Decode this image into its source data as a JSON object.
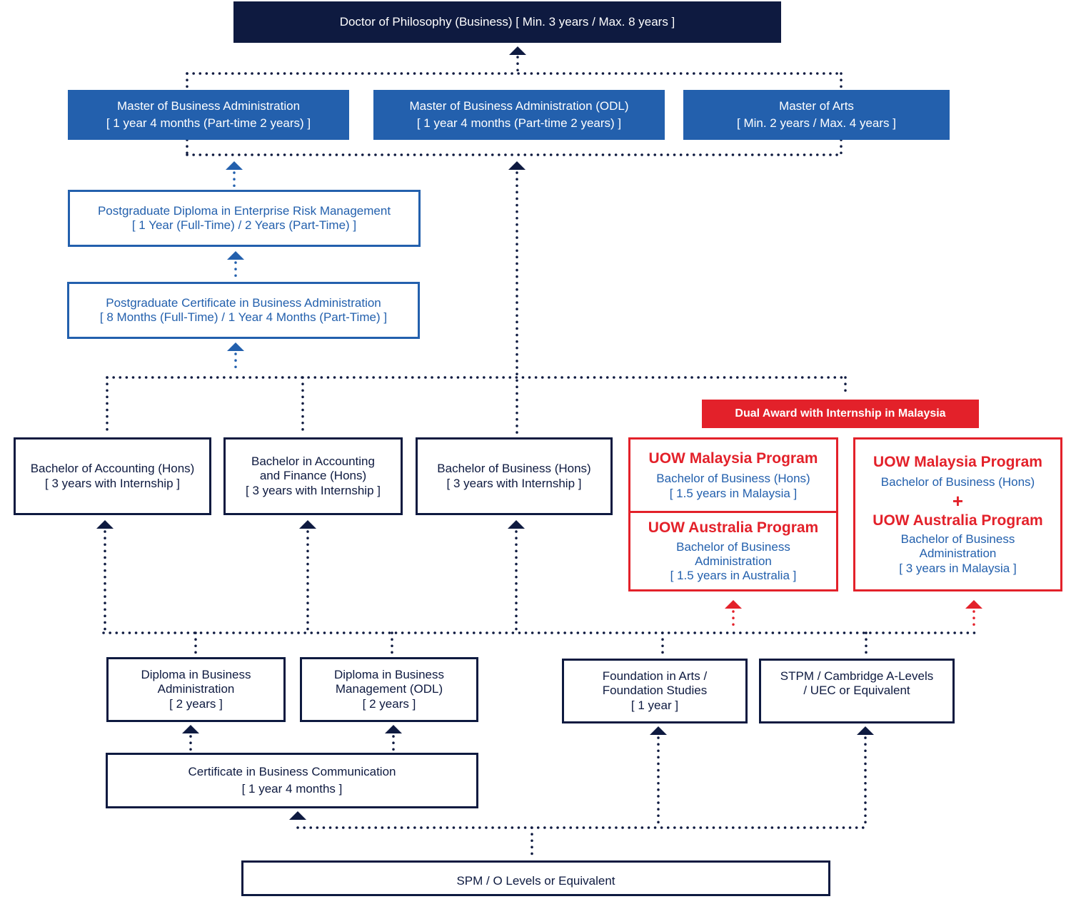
{
  "colors": {
    "navy": "#0e1a40",
    "blue": "#2360ad",
    "red": "#e3212a"
  },
  "phd": {
    "line1": "Doctor of Philosophy (Business) [ Min. 3 years / Max. 8 years ]"
  },
  "masters": [
    {
      "name": "Master of Business Administration",
      "duration": "[ 1 year 4 months (Part-time 2 years) ]"
    },
    {
      "name": "Master of Business Administration (ODL)",
      "duration": "[ 1 year 4 months (Part-time 2 years) ]"
    },
    {
      "name": "Master of Arts",
      "duration": "[ Min. 2 years / Max. 4 years ]"
    }
  ],
  "pg_diploma": {
    "name": "Postgraduate Diploma in Enterprise Risk Management",
    "duration": "[ 1 Year (Full-Time) / 2 Years (Part-Time) ]"
  },
  "pg_certificate": {
    "name": "Postgraduate Certificate in Business Administration",
    "duration": "[ 8 Months (Full-Time) / 1 Year 4 Months (Part-Time) ]"
  },
  "dual_award_banner": "Dual Award with Internship in Malaysia",
  "bachelors": [
    {
      "lines": [
        "Bachelor of Accounting (Hons)",
        "[ 3 years with Internship ]"
      ]
    },
    {
      "lines": [
        "Bachelor in Accounting",
        "and Finance (Hons)",
        "[ 3 years with Internship ]"
      ]
    },
    {
      "lines": [
        "Bachelor of Business (Hons)",
        "[ 3 years with Internship ]"
      ]
    }
  ],
  "dual_left": {
    "malaysia_title": "UOW Malaysia Program",
    "malaysia_lines": [
      "Bachelor of Business (Hons)",
      "[ 1.5 years in Malaysia ]"
    ],
    "australia_title": "UOW Australia Program",
    "australia_lines": [
      "Bachelor of Business",
      "Administration",
      "[ 1.5 years in Australia ]"
    ]
  },
  "dual_right": {
    "malaysia_title": "UOW Malaysia Program",
    "malaysia_line": "Bachelor of Business (Hons)",
    "plus": "+",
    "australia_title": "UOW Australia Program",
    "australia_lines": [
      "Bachelor of Business",
      "Administration",
      "[ 3 years in Malaysia ]"
    ]
  },
  "diplomas": [
    {
      "lines": [
        "Diploma in Business",
        "Administration",
        "[ 2 years ]"
      ]
    },
    {
      "lines": [
        "Diploma in Business",
        "Management (ODL)",
        "[ 2 years ]"
      ]
    }
  ],
  "foundation": {
    "lines": [
      "Foundation in Arts /",
      "Foundation Studies",
      "[ 1 year ]"
    ]
  },
  "stpm": {
    "lines": [
      "STPM / Cambridge A-Levels",
      "/ UEC or Equivalent"
    ]
  },
  "certificate": {
    "name": "Certificate in Business Communication",
    "duration": "[ 1 year 4 months ]"
  },
  "spm": {
    "label": "SPM / O Levels or Equivalent"
  }
}
